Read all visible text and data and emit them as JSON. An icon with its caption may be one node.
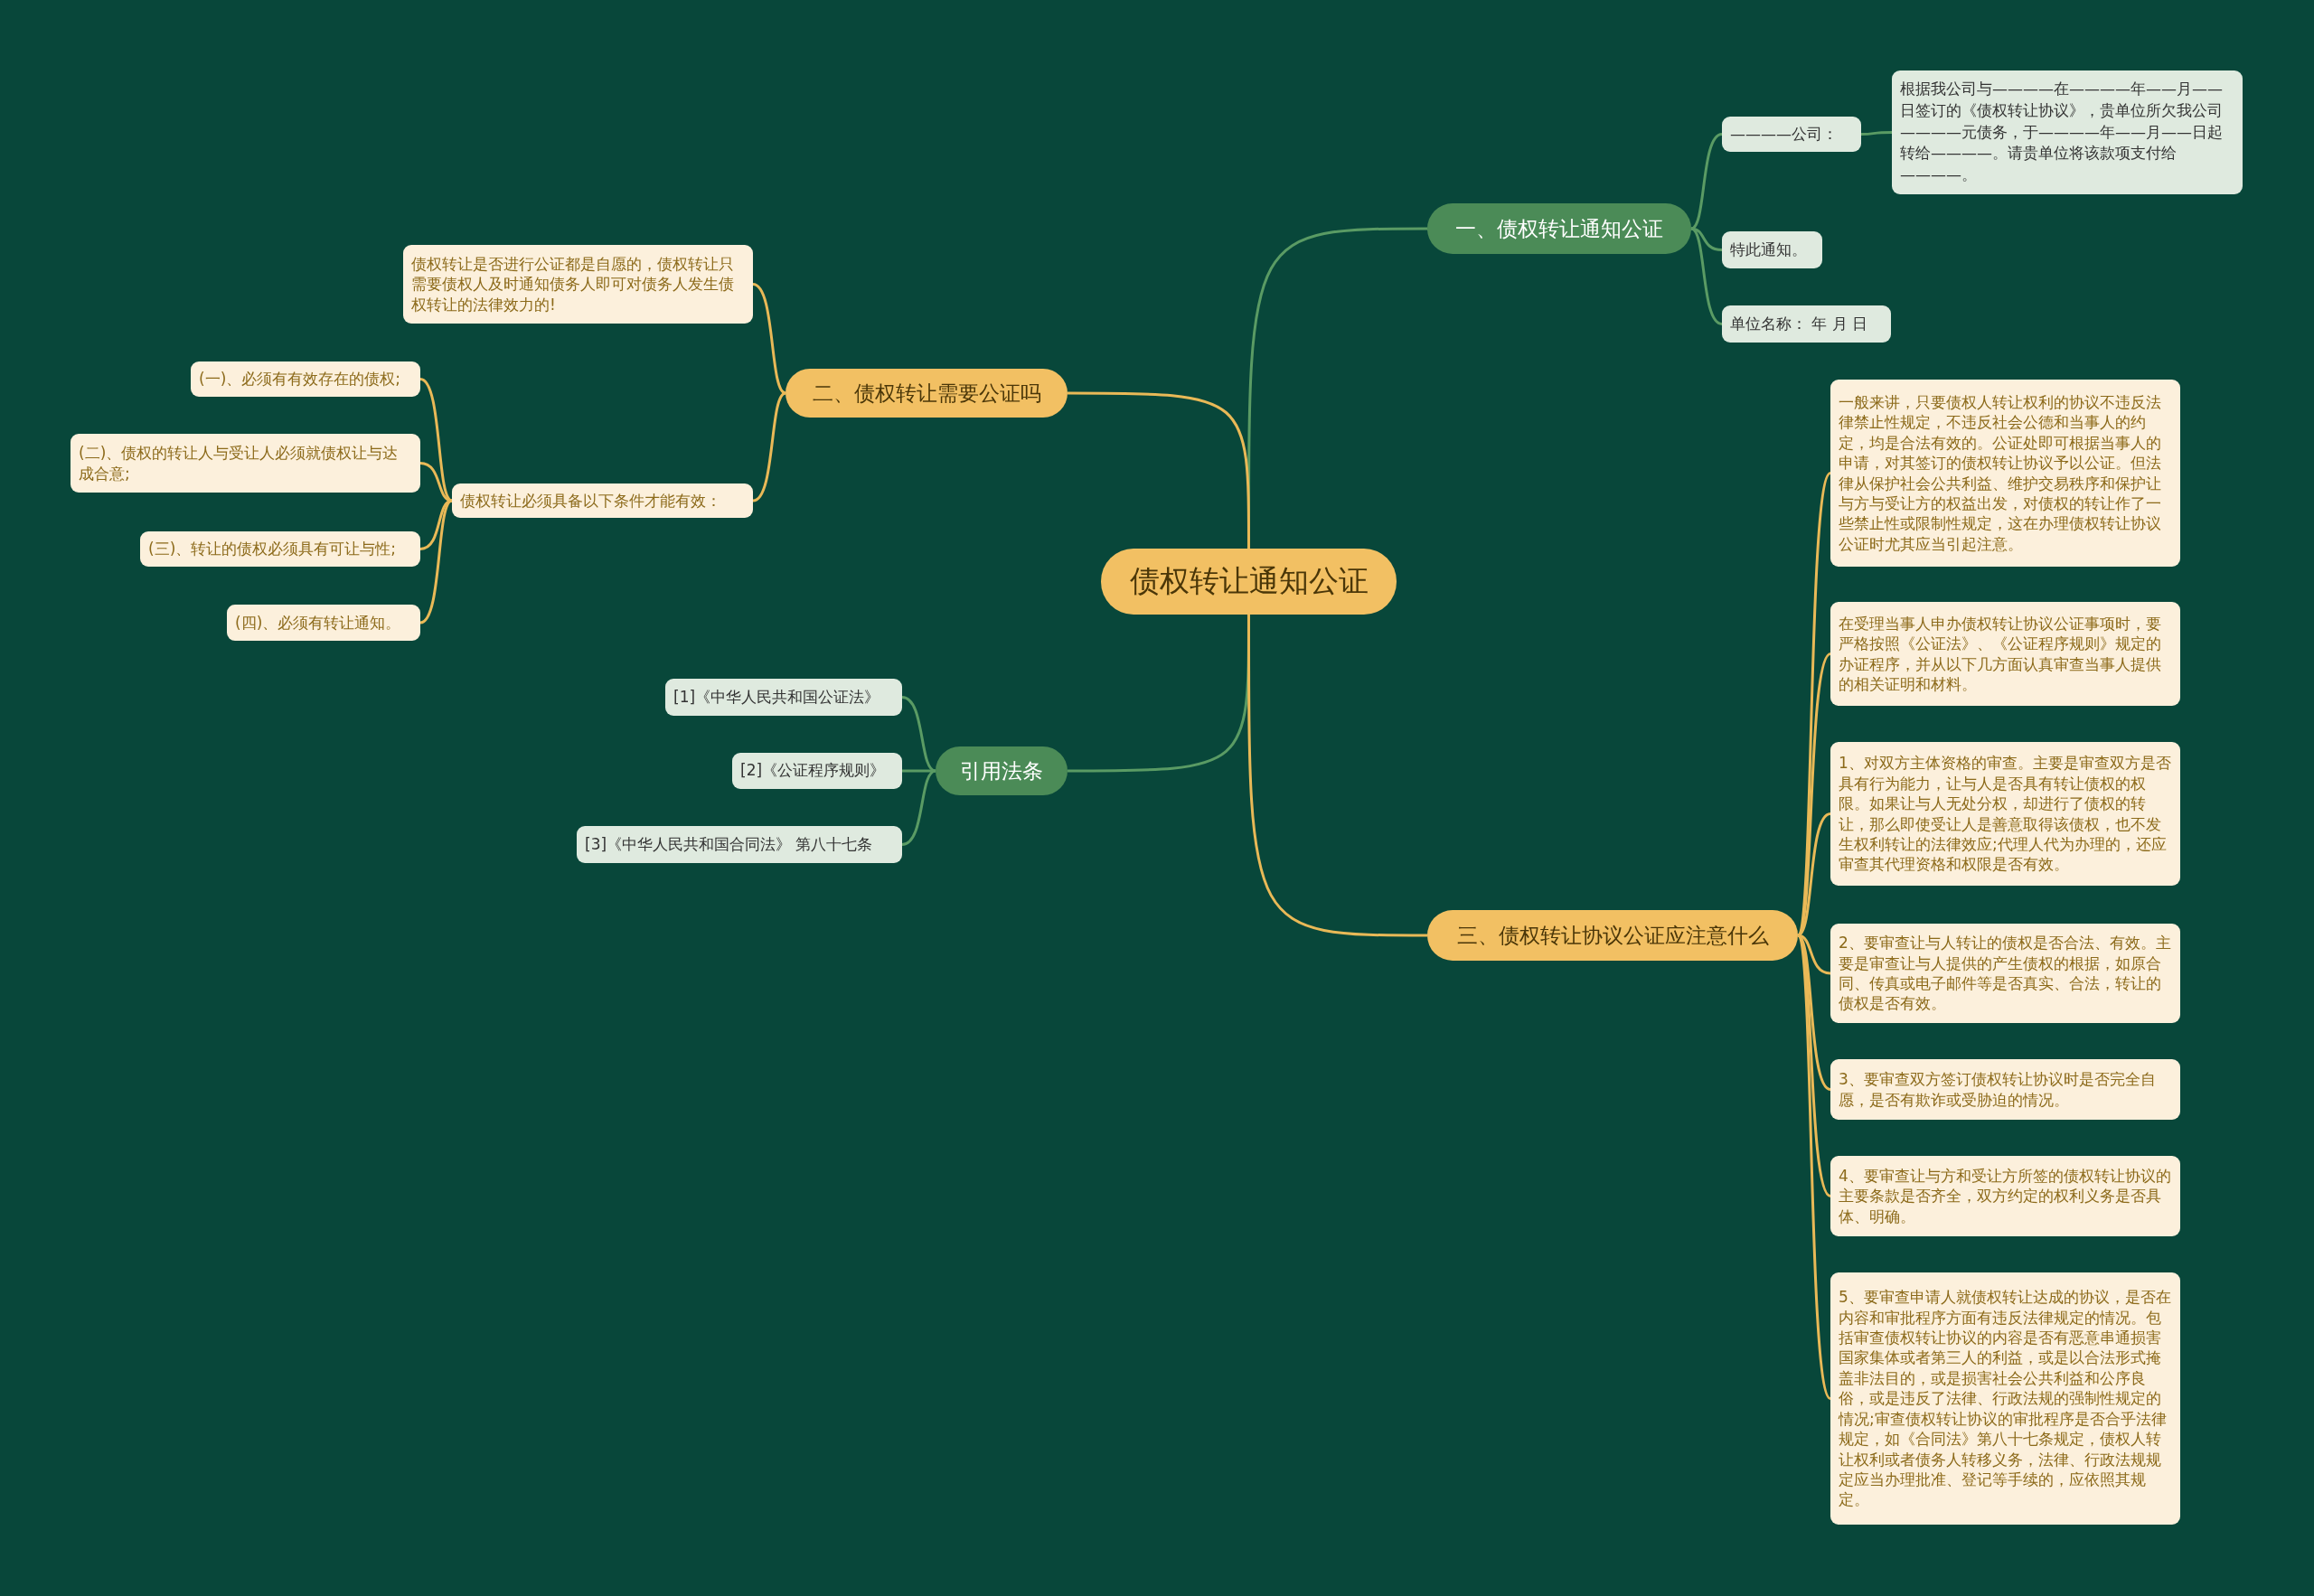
{
  "diagram": {
    "nodes": [
      {
        "text": [
          "债权转让通知公证"
        ]
      },
      {
        "text": [
          "一、债权转让通知公证"
        ]
      },
      {
        "text": [
          "————公司："
        ]
      },
      {
        "text": [
          "根据我公司与————在————年——月——日签订的《债权转让协议》，贵单位所欠我公司————元债务，于————年——月——日起转给————。请贵单位将该款项支付给————。"
        ]
      },
      {
        "text": [
          "特此通知。"
        ]
      },
      {
        "text": [
          "单位名称：  年 月 日"
        ]
      },
      {
        "text": [
          "二、债权转让需要公证吗"
        ]
      },
      {
        "text": [
          "债权转让是否进行公证都是自愿的，债权转让只需要债权人及时通知债务人即可对债务人发生债权转让的法律效力的!"
        ]
      },
      {
        "text": [
          "债权转让必须具备以下条件才能有效："
        ]
      },
      {
        "text": [
          "(一)、必须有有效存在的债权;"
        ]
      },
      {
        "text": [
          "(二)、债权的转让人与受让人必须就债权让与达成合意;"
        ]
      },
      {
        "text": [
          "(三)、转让的债权必须具有可让与性;"
        ]
      },
      {
        "text": [
          "(四)、必须有转让通知。"
        ]
      },
      {
        "text": [
          "引用法条"
        ]
      },
      {
        "text": [
          "[1]《中华人民共和国公证法》"
        ]
      },
      {
        "text": [
          "[2]《公证程序规则》"
        ]
      },
      {
        "text": [
          "[3]《中华人民共和国合同法》 第八十七条"
        ]
      },
      {
        "text": [
          "三、债权转让协议公证应注意什么"
        ]
      },
      {
        "text": [
          "一般来讲，只要债权人转让权利的协议不违反法律禁止性规定，不违反社会公德和当事人的约定，均是合法有效的。公证处即可根据当事人的申请，对其签订的债权转让协议予以公证。但法律从保护社会公共利益、维护交易秩序和保护让与方与受让方的权益出发，对债权的转让作了一些禁止性或限制性规定，这在办理债权转让协议公证时尤其应当引起注意。"
        ]
      },
      {
        "text": [
          "在受理当事人申办债权转让协议公证事项时，要严格按照《公证法》、《公证程序规则》规定的办证程序，并从以下几方面认真审查当事人提供的相关证明和材料。"
        ]
      },
      {
        "text": [
          "1、对双方主体资格的审查。主要是审查双方是否具有行为能力，让与人是否具有转让债权的权限。如果让与人无处分权，却进行了债权的转让，那么即使受让人是善意取得该债权，也不发生权利转让的法律效应;代理人代为办理的，还应审查其代理资格和权限是否有效。"
        ]
      },
      {
        "text": [
          "2、要审查让与人转让的债权是否合法、有效。主要是审查让与人提供的产生债权的根据，如原合同、传真或电子邮件等是否真实、合法，转让的债权是否有效。"
        ]
      },
      {
        "text": [
          "3、要审查双方签订债权转让协议时是否完全自愿，是否有欺诈或受胁迫的情况。"
        ]
      },
      {
        "text": [
          "4、要审查让与方和受让方所签的债权转让协议的主要条款是否齐全，双方约定的权利义务是否具体、明确。"
        ]
      },
      {
        "text": [
          "5、要审查申请人就债权转让达成的协议，是否在内容和审批程序方面有违反法律规定的情况。包括审查债权转让协议的内容是否有恶意串通损害国家集体或者第三人的利益，或是以合法形式掩盖非法目的，或是损害社会公共利益和公序良俗，或是违反了法律、行政法规的强制性规定的情况;审查债权转让协议的审批程序是否合乎法律规定，如《合同法》第八十七条规定，债权人转让权利或者债务人转移义务，法律、行政法规规定应当办理批准、登记等手续的，应依照其规定。"
        ]
      }
    ],
    "edges": [
      {
        "from": 0,
        "to": 1,
        "arrow": "none",
        "color": "#5a9b64"
      },
      {
        "from": 1,
        "to": 2,
        "arrow": "none",
        "color": "#5a9b64"
      },
      {
        "from": 2,
        "to": 3,
        "arrow": "none",
        "color": "#5a9b64"
      },
      {
        "from": 1,
        "to": 4,
        "arrow": "none",
        "color": "#5a9b64"
      },
      {
        "from": 1,
        "to": 5,
        "arrow": "none",
        "color": "#5a9b64"
      },
      {
        "from": 0,
        "to": 6,
        "arrow": "none"
      },
      {
        "from": 6,
        "to": 7,
        "arrow": "none"
      },
      {
        "from": 6,
        "to": 8,
        "arrow": "none"
      },
      {
        "from": 8,
        "to": 9,
        "arrow": "none"
      },
      {
        "from": 8,
        "to": 10,
        "arrow": "none"
      },
      {
        "from": 8,
        "to": 11,
        "arrow": "none"
      },
      {
        "from": 8,
        "to": 12,
        "arrow": "none"
      },
      {
        "from": 0,
        "to": 13,
        "arrow": "none",
        "color": "#5a9b64"
      },
      {
        "from": 13,
        "to": 14,
        "arrow": "none",
        "color": "#5a9b64"
      },
      {
        "from": 13,
        "to": 15,
        "arrow": "none",
        "color": "#5a9b64"
      },
      {
        "from": 13,
        "to": 16,
        "arrow": "none",
        "color": "#5a9b64"
      },
      {
        "from": 0,
        "to": 17,
        "arrow": "none"
      },
      {
        "from": 17,
        "to": 18,
        "arrow": "none"
      },
      {
        "from": 17,
        "to": 19,
        "arrow": "none"
      },
      {
        "from": 17,
        "to": 20,
        "arrow": "none"
      },
      {
        "from": 17,
        "to": 21,
        "arrow": "none"
      },
      {
        "from": 17,
        "to": 22,
        "arrow": "none"
      },
      {
        "from": 17,
        "to": 23,
        "arrow": "none"
      },
      {
        "from": 17,
        "to": 24,
        "arrow": "none"
      }
    ]
  }
}
